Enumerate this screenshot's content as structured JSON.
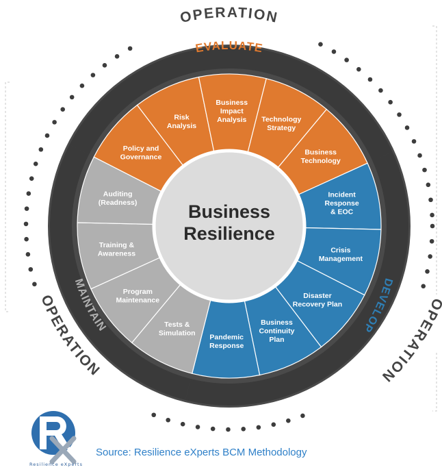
{
  "center": {
    "line1": "Business",
    "line2": "Resilience"
  },
  "phases": {
    "evaluate": {
      "label": "EVALUATE",
      "color": "#e07a2f"
    },
    "develop": {
      "label": "DEVELOP",
      "color": "#2f7fb5"
    },
    "maintain": {
      "label": "MAINTAIN",
      "color": "#b0b0b0"
    }
  },
  "operation_label": "OPERATION",
  "segments": [
    {
      "phase": "evaluate",
      "lines": [
        "Policy and",
        "Governance"
      ]
    },
    {
      "phase": "evaluate",
      "lines": [
        "Risk",
        "Analysis"
      ]
    },
    {
      "phase": "evaluate",
      "lines": [
        "Business",
        "Impact",
        "Analysis"
      ]
    },
    {
      "phase": "evaluate",
      "lines": [
        "Technology",
        "Strategy"
      ]
    },
    {
      "phase": "evaluate",
      "lines": [
        "Business",
        "Technology"
      ]
    },
    {
      "phase": "develop",
      "lines": [
        "Incident",
        "Response",
        "& EOC"
      ]
    },
    {
      "phase": "develop",
      "lines": [
        "Crisis",
        "Management"
      ]
    },
    {
      "phase": "develop",
      "lines": [
        "Disaster",
        "Recovery Plan"
      ]
    },
    {
      "phase": "develop",
      "lines": [
        "Business",
        "Continuity",
        "Plan"
      ]
    },
    {
      "phase": "develop",
      "lines": [
        "Pandemic",
        "Response"
      ]
    },
    {
      "phase": "maintain",
      "lines": [
        "Tests &",
        "Simulation"
      ]
    },
    {
      "phase": "maintain",
      "lines": [
        "Program",
        "Maintenance"
      ]
    },
    {
      "phase": "maintain",
      "lines": [
        "Training &",
        "Awareness"
      ]
    },
    {
      "phase": "maintain",
      "lines": [
        "Auditing",
        "(Readness)"
      ]
    }
  ],
  "logo": {
    "text": "Resilience eXperts"
  },
  "source": "Source: Resilience eXperts BCM Methodology"
}
